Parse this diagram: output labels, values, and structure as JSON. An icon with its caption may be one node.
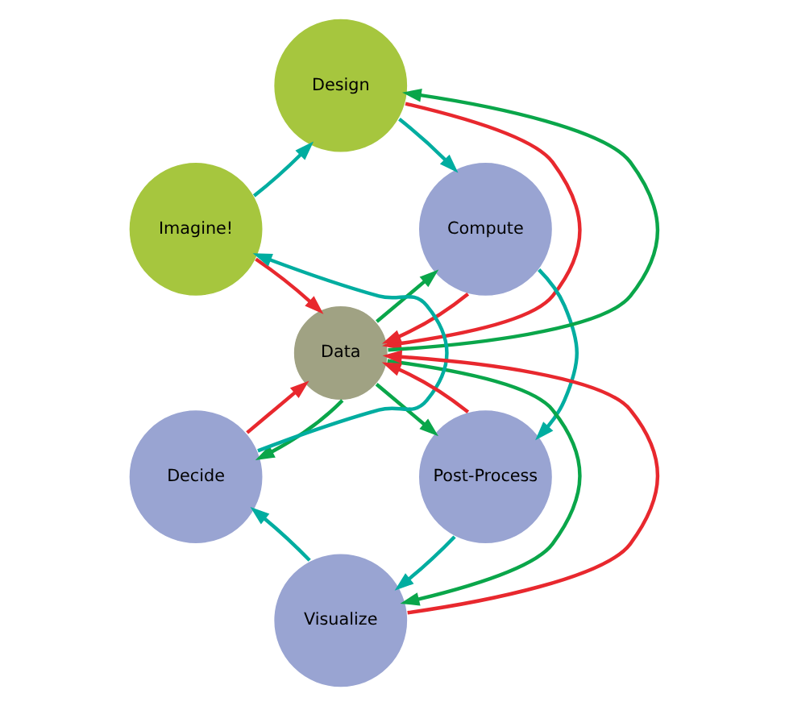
{
  "diagram": {
    "nodes": [
      {
        "text": [
          "Design"
        ]
      },
      {
        "text": [
          "Imagine!"
        ]
      },
      {
        "text": [
          "Compute"
        ]
      },
      {
        "text": [
          "Data"
        ]
      },
      {
        "text": [
          "Decide"
        ]
      },
      {
        "text": [
          "Post-Process"
        ]
      },
      {
        "text": [
          "Visualize"
        ]
      }
    ],
    "edges": [
      {
        "from": 1,
        "to": 0,
        "arrow": "to",
        "color": "#00ada0"
      },
      {
        "from": 0,
        "to": 2,
        "arrow": "to",
        "color": "#00ada0"
      },
      {
        "from": 2,
        "to": 5,
        "arrow": "to",
        "color": "#00ada0"
      },
      {
        "from": 5,
        "to": 6,
        "arrow": "to",
        "color": "#00ada0"
      },
      {
        "from": 6,
        "to": 4,
        "arrow": "to",
        "color": "#00ada0"
      },
      {
        "from": 4,
        "to": 1,
        "arrow": "to",
        "color": "#00ada0"
      },
      {
        "from": 3,
        "to": 0,
        "arrow": "to",
        "color": "#0aa64a"
      },
      {
        "from": 0,
        "to": 3,
        "arrow": "to",
        "color": "#e8282e"
      },
      {
        "from": 1,
        "to": 3,
        "arrow": "to",
        "color": "#e8282e"
      },
      {
        "from": 3,
        "to": 2,
        "arrow": "to",
        "color": "#0aa64a"
      },
      {
        "from": 2,
        "to": 3,
        "arrow": "to",
        "color": "#e8282e"
      },
      {
        "from": 3,
        "to": 5,
        "arrow": "to",
        "color": "#0aa64a"
      },
      {
        "from": 5,
        "to": 3,
        "arrow": "to",
        "color": "#e8282e"
      },
      {
        "from": 6,
        "to": 3,
        "arrow": "to",
        "color": "#e8282e"
      },
      {
        "from": 3,
        "to": 6,
        "arrow": "to",
        "color": "#0aa64a"
      },
      {
        "from": 4,
        "to": 3,
        "arrow": "to",
        "color": "#e8282e"
      },
      {
        "from": 3,
        "to": 4,
        "arrow": "to",
        "color": "#0aa64a"
      }
    ]
  }
}
